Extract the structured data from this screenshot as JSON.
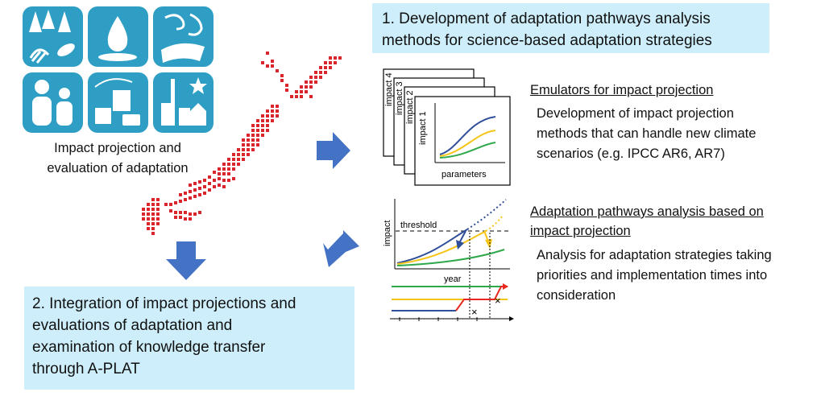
{
  "icons": [
    {
      "icon": "forest-fish-icon"
    },
    {
      "icon": "water-drop-icon"
    },
    {
      "icon": "weather-disaster-icon"
    },
    {
      "icon": "people-health-icon"
    },
    {
      "icon": "industry-city-icon"
    },
    {
      "icon": "city-tower-icon"
    }
  ],
  "map": {
    "caption_line1": "Impact projection and",
    "caption_line2": "evaluation of adaptation"
  },
  "box1": {
    "line1": "1. Development of adaptation pathways analysis",
    "line2": "methods for science-based adaptation strategies"
  },
  "box2": {
    "line1": "2. Integration of impact projections and",
    "line2": "evaluations of adaptation and",
    "line3": "examination of knowledge transfer",
    "line4": "through A-PLAT"
  },
  "emulators": {
    "heading": "Emulators for impact projection",
    "line1": "Development of impact projection",
    "line2": "methods that can handle new climate",
    "line3": "scenarios (e.g. IPCC AR6, AR7)",
    "stack_labels": [
      "impact 4",
      "impact 3",
      "impact 2",
      "impact 1"
    ],
    "xlabel": "parameters"
  },
  "pathways": {
    "heading_line1": "Adaptation pathways analysis based on",
    "heading_line2": "impact projection",
    "line1": "Analysis for adaptation strategies taking",
    "line2": "priorities and implementation times into",
    "line3": "consideration",
    "threshold_label": "threshold",
    "ylabel": "impact",
    "xlabel": "year",
    "cross": "×"
  },
  "colors": {
    "box": "#cdeefa",
    "icon": "#2e9ec4",
    "arrow": "#4472c4",
    "map": "#d9262c",
    "blue": "#2f4f9a",
    "yellow": "#f5c518",
    "green": "#2ea84a",
    "red": "#e8281e"
  }
}
